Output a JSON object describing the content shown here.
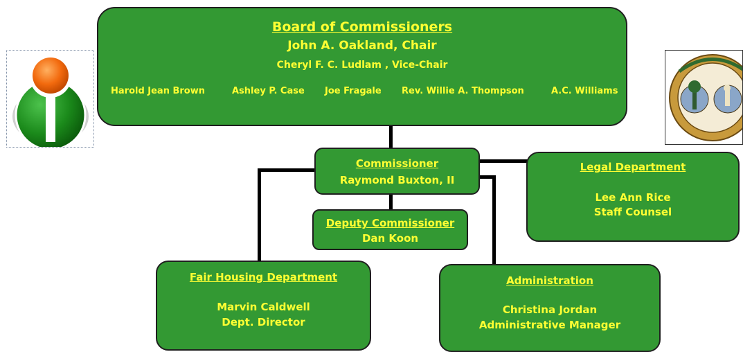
{
  "board": {
    "title": "Board of Commissioners",
    "chair": "John A. Oakland, Chair",
    "vice_chair": "Cheryl F. C. Ludlam , Vice-Chair",
    "members": [
      "Harold Jean Brown",
      "Ashley P. Case",
      "Joe Fragale",
      "Rev. Willie A. Thompson",
      "A.C. Williams"
    ]
  },
  "commissioner": {
    "title": "Commissioner",
    "name": "Raymond Buxton, II"
  },
  "deputy": {
    "title": "Deputy Commissioner",
    "name": "Dan Koon"
  },
  "legal": {
    "title": "Legal Department",
    "name": "Lee Ann Rice",
    "role": "Staff Counsel"
  },
  "fair_housing": {
    "title": "Fair Housing Department",
    "name": "Marvin Caldwell",
    "role": "Dept. Director"
  },
  "administration": {
    "title": "Administration",
    "name": "Christina Jordan",
    "role": "Administrative Manager"
  },
  "colors": {
    "box_fill": "#339933",
    "text": "#ffff33",
    "connector": "#000000",
    "logo_orange": "#f26a0e",
    "logo_green": "#1b8a1b"
  },
  "icons": {
    "left_logo": "human-affairs-logo-icon",
    "right_logo": "state-seal-icon"
  }
}
